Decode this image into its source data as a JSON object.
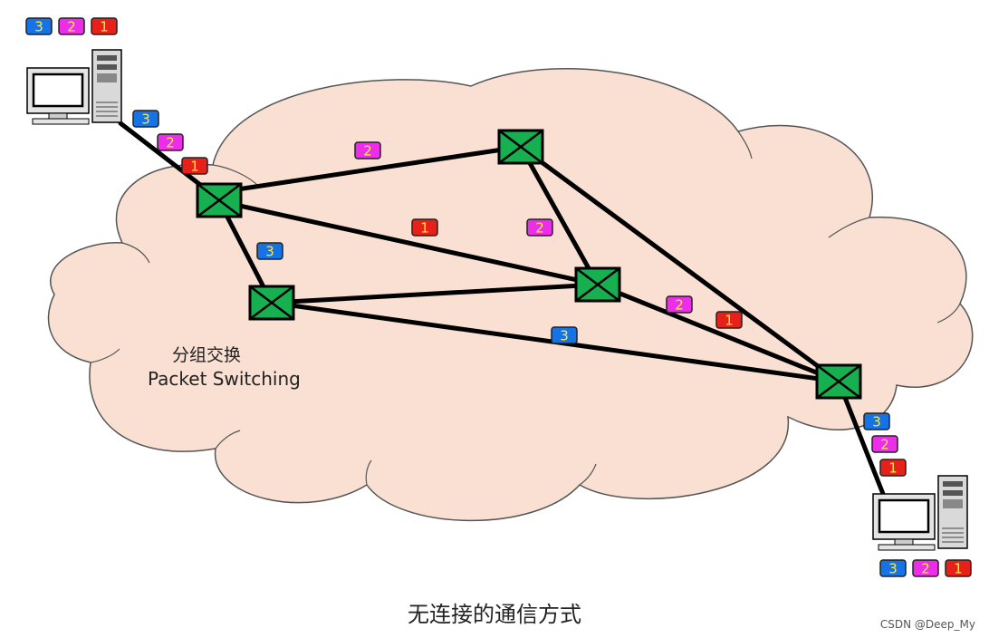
{
  "diagram": {
    "cloud_label_cn": "分组交换",
    "cloud_label_en": "Packet Switching",
    "caption": "无连接的通信方式",
    "watermark": "CSDN @Deep_My",
    "colors": {
      "cloud_fill": "#f9e0d2",
      "cloud_stroke": "#555555",
      "switch_fill": "#17b050",
      "link": "#000000",
      "packet_1": "#e8201a",
      "packet_2": "#ec2ee8",
      "packet_3": "#1673e6",
      "packet_text": "#ffe94a"
    },
    "icons": [
      "computer-icon",
      "switch-icon"
    ],
    "packets_source": [
      "3",
      "2",
      "1"
    ],
    "packets_destination": [
      "3",
      "2",
      "1"
    ],
    "packets_in_transit": [
      {
        "label": "3",
        "segment": "source-access-link"
      },
      {
        "label": "2",
        "segment": "source-access-link"
      },
      {
        "label": "1",
        "segment": "source-access-link"
      },
      {
        "label": "2",
        "segment": "switch-a-to-switch-b"
      },
      {
        "label": "3",
        "segment": "switch-a-to-switch-c"
      },
      {
        "label": "1",
        "segment": "switch-a-to-switch-d"
      },
      {
        "label": "2",
        "segment": "switch-b-to-switch-d"
      },
      {
        "label": "3",
        "segment": "switch-c-to-switch-e"
      },
      {
        "label": "2",
        "segment": "switch-d-to-switch-e"
      },
      {
        "label": "1",
        "segment": "switch-d-to-switch-e"
      },
      {
        "label": "3",
        "segment": "destination-access-link"
      },
      {
        "label": "2",
        "segment": "destination-access-link"
      },
      {
        "label": "1",
        "segment": "destination-access-link"
      }
    ]
  }
}
